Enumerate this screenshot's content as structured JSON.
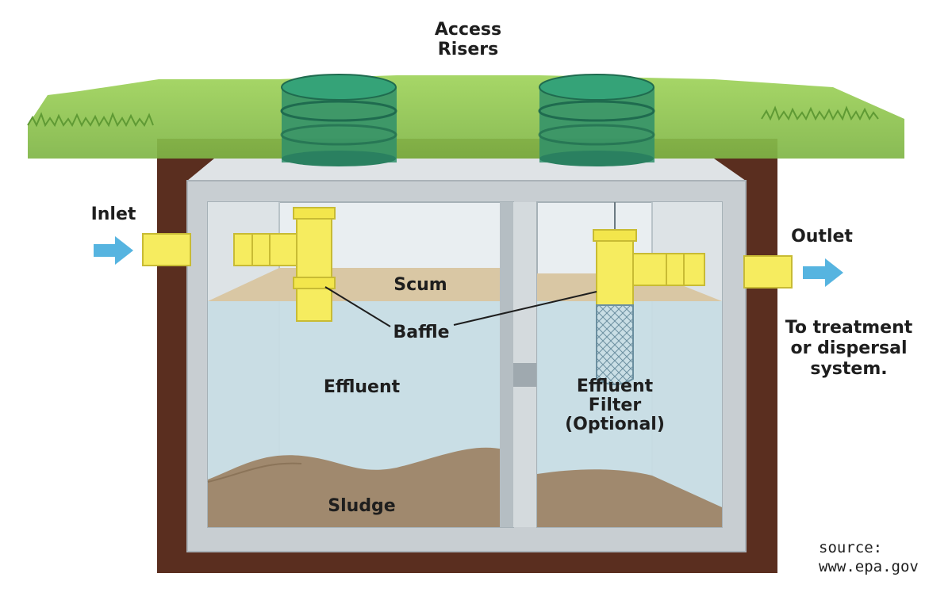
{
  "labels": {
    "access_risers": [
      "Access",
      "Risers"
    ],
    "inlet": "Inlet",
    "outlet": "Outlet",
    "scum": "Scum",
    "baffle": "Baffle",
    "effluent": "Effluent",
    "effluent_filter": [
      "Effluent",
      "Filter",
      "(Optional)"
    ],
    "sludge": "Sludge",
    "destination": [
      "To treatment",
      "or dispersal",
      "system."
    ],
    "source": [
      "source:",
      "www.epa.gov"
    ]
  },
  "colors": {
    "grass": "#8fc44f",
    "soil": "#5a2e1f",
    "tank_concrete": "#c8ced2",
    "liquid": "#c7dce4",
    "scum": "#d9c7a4",
    "sludge": "#a0896e",
    "pipe": "#f6ec5f",
    "riser": "#2f8f6a",
    "arrow": "#56b4e0"
  }
}
